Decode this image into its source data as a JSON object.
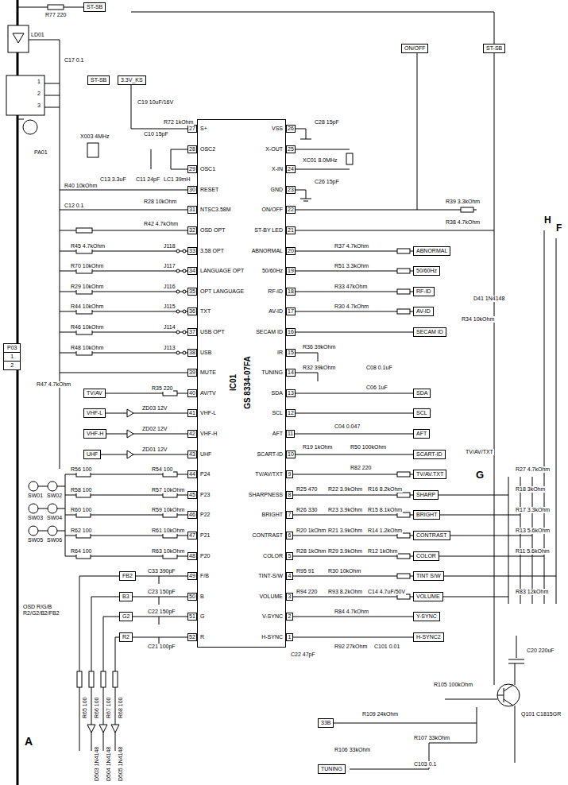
{
  "diagram": {
    "nodes": [
      {
        "text": [
          "IC01",
          "GS 8334-07FA",
          "S+",
          "OSC2",
          "OSC1",
          "RESET",
          "NTSC3.58M",
          "OSD OPT",
          "3.58 OPT",
          "LANGUAGE OPT",
          "OPT LANGUAGE",
          "TXT",
          "USB OPT",
          "USB",
          "MUTE",
          "AV/TV",
          "VHF-L",
          "VHF-H",
          "UHF",
          "P24",
          "P23",
          "P22",
          "P21",
          "P20",
          "F/B",
          "B",
          "G",
          "R",
          "VSS",
          "X-OUT",
          "X-IN",
          "GND",
          "ON/OFF",
          "ST-BY LED",
          "ABNORMAL",
          "50/60Hz",
          "RF-ID",
          "AV-ID",
          "SECAM ID",
          "IR",
          "TUNING",
          "SDA",
          "SCL",
          "AFT",
          "SCART-ID",
          "TV/AV/TXT",
          "SHARPNESS",
          "BRIGHT",
          "CONTRAST",
          "COLOR",
          "TINT-S/W",
          "VOLUME",
          "V-SYNC",
          "H-SYNC"
        ]
      },
      {
        "text": [
          "ST-SB"
        ]
      },
      {
        "text": [
          "ST-SB"
        ]
      },
      {
        "text": [
          "3.3V_KS"
        ]
      },
      {
        "text": [
          "ON/OFF"
        ]
      },
      {
        "text": [
          "ST-SB"
        ]
      },
      {
        "text": [
          "P03",
          "1",
          "2"
        ]
      },
      {
        "text": [
          "ABNORMAL"
        ]
      },
      {
        "text": [
          "50/60Hz"
        ]
      },
      {
        "text": [
          "RF-ID"
        ]
      },
      {
        "text": [
          "AV-ID"
        ]
      },
      {
        "text": [
          "SECAM ID"
        ]
      },
      {
        "text": [
          "SDA"
        ]
      },
      {
        "text": [
          "SCL"
        ]
      },
      {
        "text": [
          "AFT"
        ]
      },
      {
        "text": [
          "SCART-ID"
        ]
      },
      {
        "text": [
          "TV/AV.TXT"
        ]
      },
      {
        "text": [
          "SHARP"
        ]
      },
      {
        "text": [
          "BRIGHT"
        ]
      },
      {
        "text": [
          "CONTRAST"
        ]
      },
      {
        "text": [
          "COLOR"
        ]
      },
      {
        "text": [
          "TINT S/W"
        ]
      },
      {
        "text": [
          "VOLUME"
        ]
      },
      {
        "text": [
          "Y-SYNC"
        ]
      },
      {
        "text": [
          "H-SYNC2"
        ]
      },
      {
        "text": [
          "TV/AV"
        ]
      },
      {
        "text": [
          "VHF-L"
        ]
      },
      {
        "text": [
          "VHF-H"
        ]
      },
      {
        "text": [
          "UHF"
        ]
      },
      {
        "text": [
          "FB2"
        ]
      },
      {
        "text": [
          "B3"
        ]
      },
      {
        "text": [
          "G2"
        ]
      },
      {
        "text": [
          "R2"
        ]
      },
      {
        "text": [
          "33B"
        ]
      },
      {
        "text": [
          "TUNING"
        ]
      }
    ],
    "edges": [
      {
        "from": 0,
        "to": 12,
        "arrow": "none"
      },
      {
        "from": 0,
        "to": 13,
        "arrow": "none"
      },
      {
        "from": 0,
        "to": 14,
        "arrow": "none"
      }
    ],
    "labels": [
      "27",
      "28",
      "29",
      "30",
      "31",
      "32",
      "33",
      "34",
      "35",
      "36",
      "37",
      "38",
      "39",
      "40",
      "41",
      "42",
      "43",
      "44",
      "45",
      "46",
      "47",
      "48",
      "49",
      "50",
      "51",
      "52",
      "26",
      "25",
      "24",
      "23",
      "22",
      "21",
      "20",
      "19",
      "18",
      "17",
      "16",
      "15",
      "14",
      "13",
      "12",
      "11",
      "10",
      "9",
      "8",
      "7",
      "6",
      "5",
      "4",
      "3",
      "2",
      "1",
      "R77 220",
      "LD01",
      "C17 0.1",
      "1",
      "2",
      "3",
      "PA01",
      "C19 10uF/16V",
      "C10 15pF",
      "R72 1kOhm",
      "X003 4MHz",
      "C11 24pF",
      "LC1 39mH",
      "C13 3.3uF",
      "R40 10kOhm",
      "R28 10kOhm",
      "C12 0.1",
      "R42 4.7kOhm",
      "R45 4.7kOhm",
      "R70 10kOhm",
      "R29 10kOhm",
      "R44 10kOhm",
      "R46 10kOhm",
      "R48 10kOhm",
      "J118",
      "J117",
      "J116",
      "J115",
      "J114",
      "J113",
      "R47 4.7kOhm",
      "R35 220",
      "ZD03 12V",
      "ZD02 12V",
      "ZD01 12V",
      "R54 100",
      "R57 10kOhm",
      "R59 10kOhm",
      "R61 10kOhm",
      "R63 10kOhm",
      "R56 100",
      "R58 100",
      "R60 100",
      "R62 100",
      "R64 100",
      "SW01",
      "SW02",
      "SW03",
      "SW04",
      "SW05",
      "SW06",
      "C33 390pF",
      "C23 150pF",
      "C22 150pF",
      "C21 100pF",
      "OSD R/G/B R2/G2/B2/FB2",
      "A",
      "R65 100",
      "R66 100",
      "R67 100",
      "R68 100",
      "D503 1N4148",
      "D504 1N4148",
      "D505 1N4148",
      "C28 15pF",
      "XC01 8.0MHz",
      "C26 15pF",
      "R39 3.3kOhm",
      "R38 4.7kOhm",
      "R37 4.7kOhm",
      "R51 3.3kOhm",
      "R33 47kOhm",
      "D41 1N4148",
      "R30 4.7kOhm",
      "R34 10kOhm",
      "R36 39kOhm",
      "R32 39kOhm",
      "C08 0.1uF",
      "C06 1uF",
      "C04 0.047",
      "R50 100kOhm",
      "R19 1kOhm",
      "R82 220",
      "TV/AV/TXT",
      "G",
      "R25 470",
      "R22 3.9kOhm",
      "R16 8.2kOhm",
      "R26 330",
      "R23 3.9kOhm",
      "R15 8.1kOhm",
      "R20 1kOhm",
      "R21 3.9kOhm",
      "R14 1.2kOhm",
      "R28 1kOhm",
      "R29 3.9kOhm",
      "R12 1kOhm",
      "R95 91",
      "R30 10kOhm",
      "R94 220",
      "R93 8.2kOhm",
      "C14 4.7uF/50V",
      "R84 4.7kOhm",
      "C22 47pF",
      "R92 27kOhm",
      "C101 0.01",
      "R27 4.7kOhm",
      "R18 3kOhm",
      "R17 3.3kOhm",
      "R13 5.6kOhm",
      "R11 5.6kOhm",
      "R83 12kOhm",
      "H",
      "F",
      "C20 220uF",
      "R105 100kOhm",
      "R109 24kOhm",
      "R107 33kOhm",
      "R106 33kOhm",
      "C103 0.1",
      "Q101 C1815GR"
    ]
  }
}
